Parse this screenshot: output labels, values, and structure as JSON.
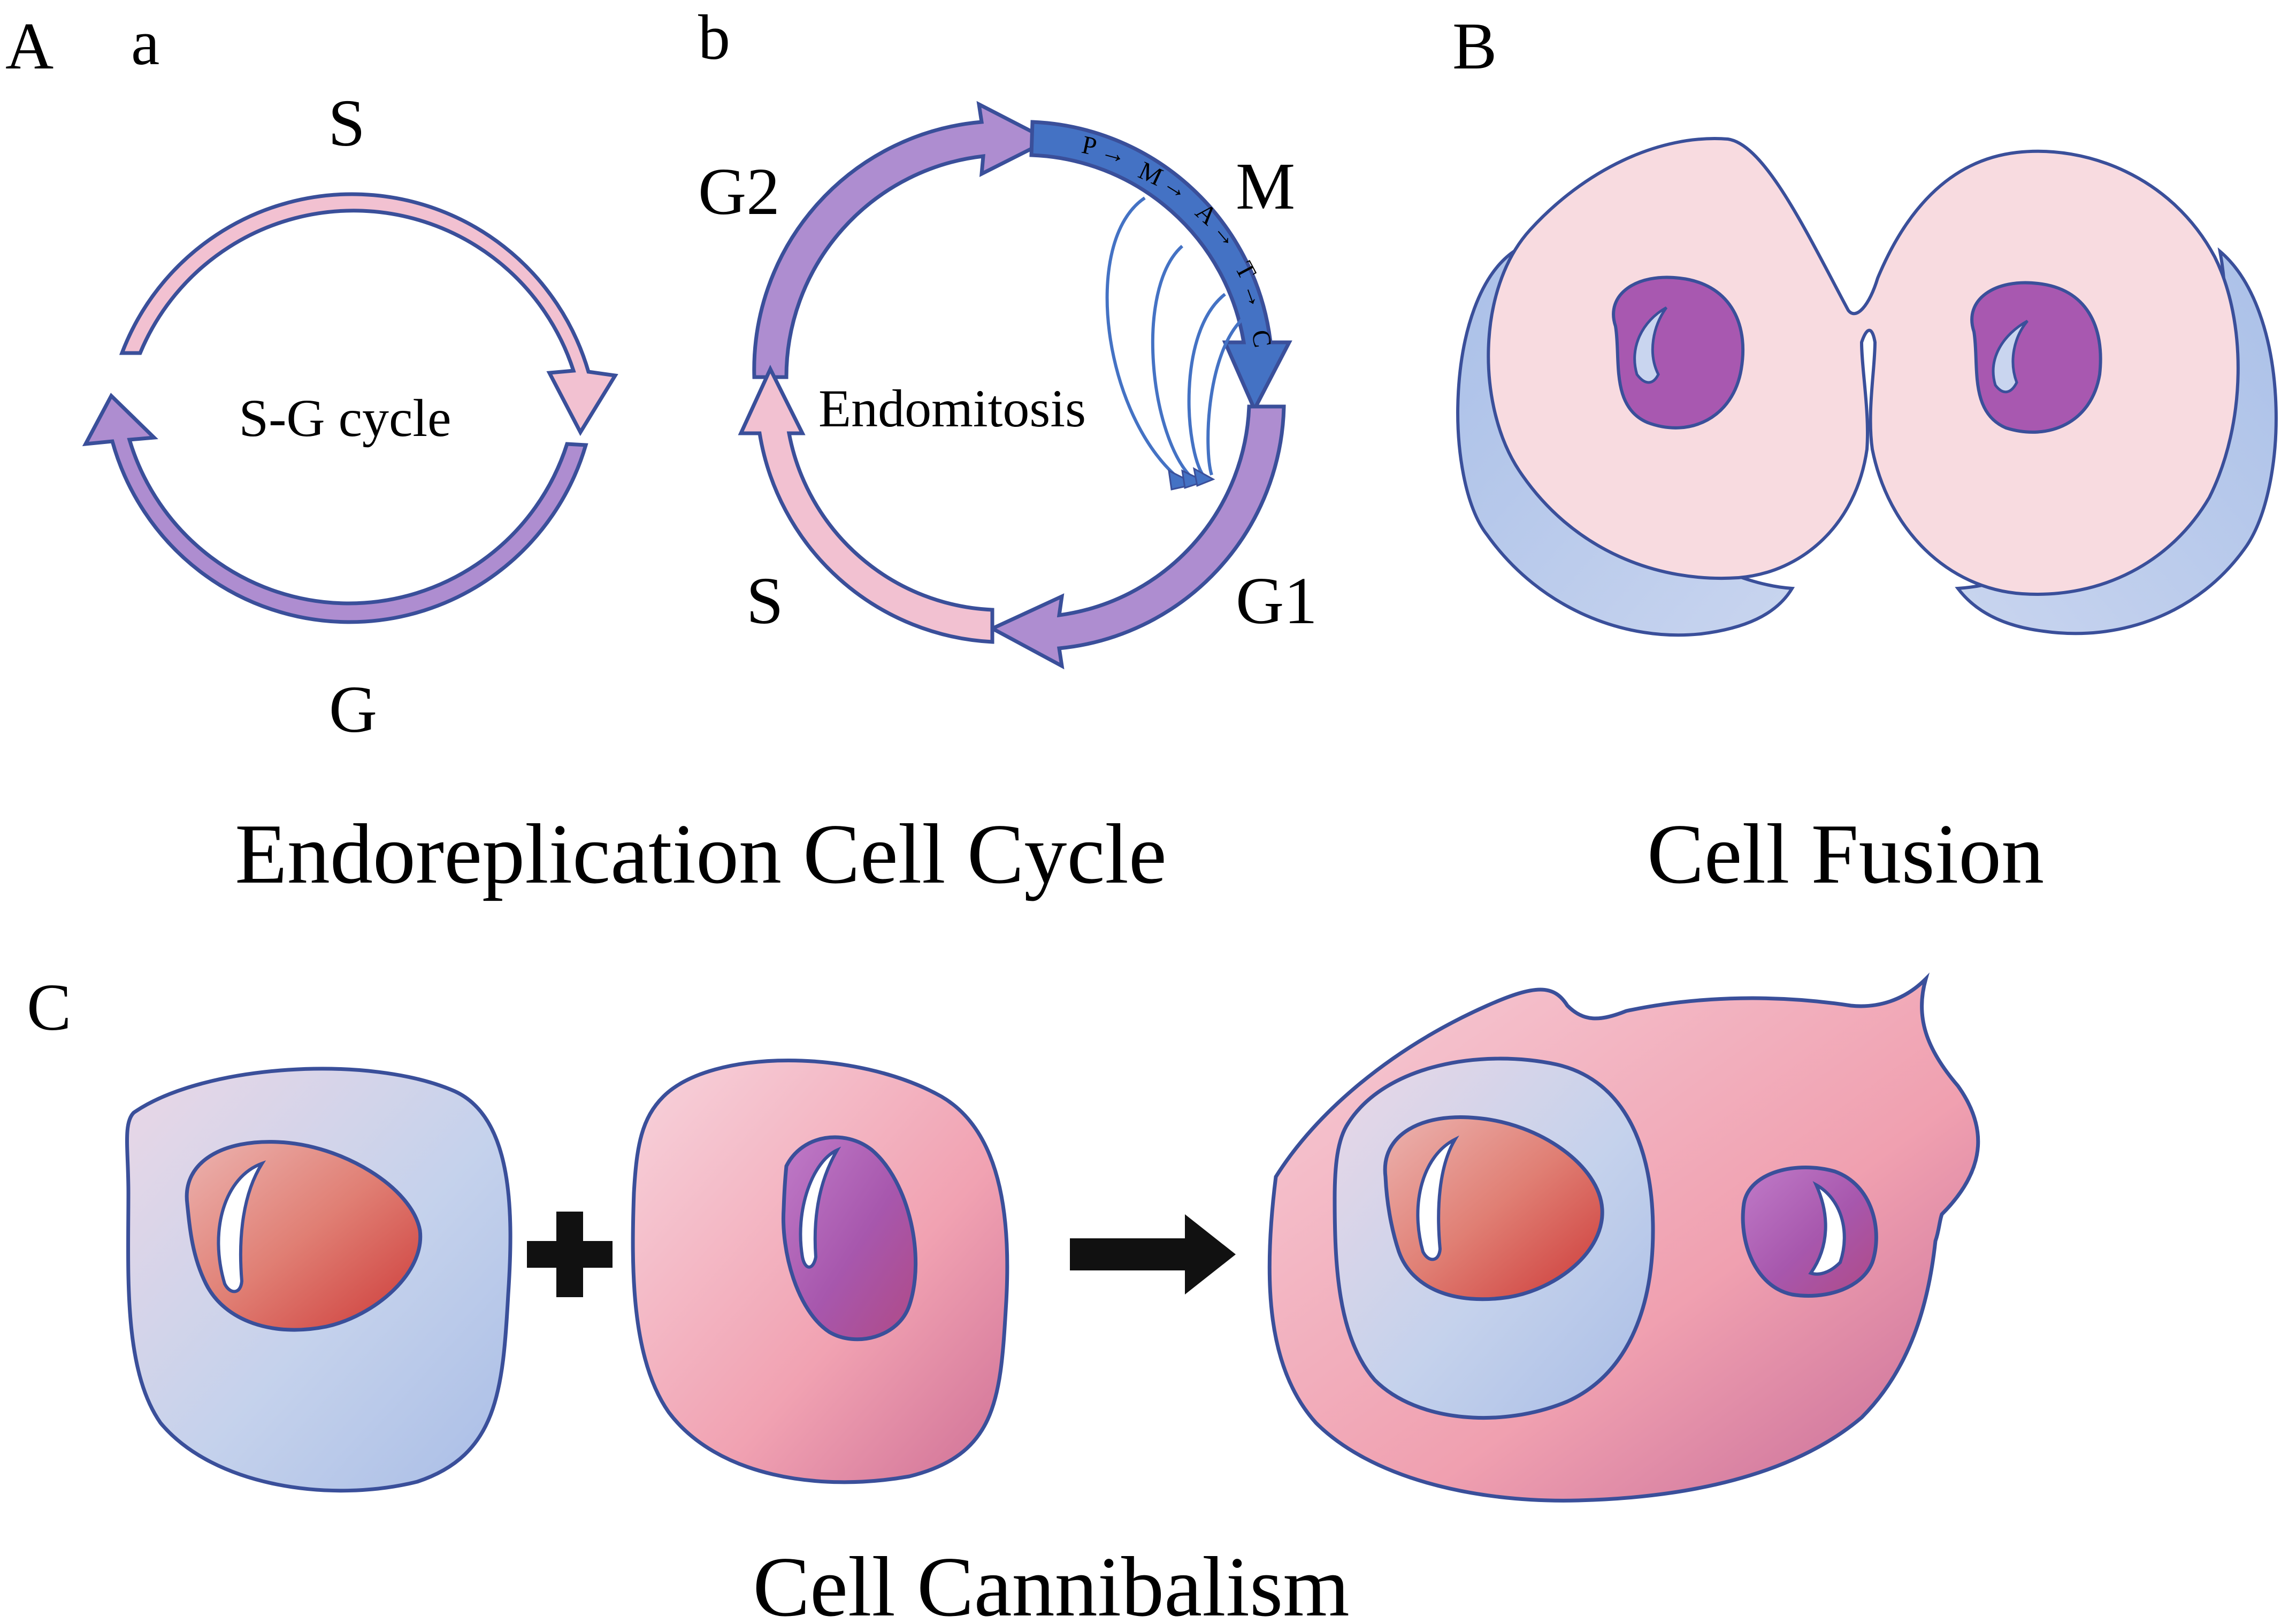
{
  "panels": {
    "A": {
      "label": "A",
      "a": {
        "label": "a",
        "phase_s": "S",
        "phase_g": "G",
        "center_text": "S-G cycle"
      },
      "b": {
        "label": "b",
        "phase_g2": "G2",
        "phase_m": "M",
        "phase_s": "S",
        "phase_g1": "G1",
        "center_text": "Endomitosis",
        "mitosis_substages": [
          "P",
          "M",
          "A",
          "T",
          "C"
        ]
      },
      "caption": "Endoreplication Cell Cycle"
    },
    "B": {
      "label": "B",
      "caption": "Cell Fusion"
    },
    "C": {
      "label": "C",
      "caption": "Cell Cannibalism"
    }
  },
  "colors": {
    "outline": "#3a4f9a",
    "pink_arrow": "#f2c1d1",
    "purple_arrow": "#ae8dd0",
    "blue_arrow": "#4472c4",
    "cell_pink": "#f8dbe0",
    "cell_blue": "#b3c7e8",
    "nucleus_purple": "#a858b0",
    "nucleus_red": "#d4524c",
    "black": "#111111"
  }
}
